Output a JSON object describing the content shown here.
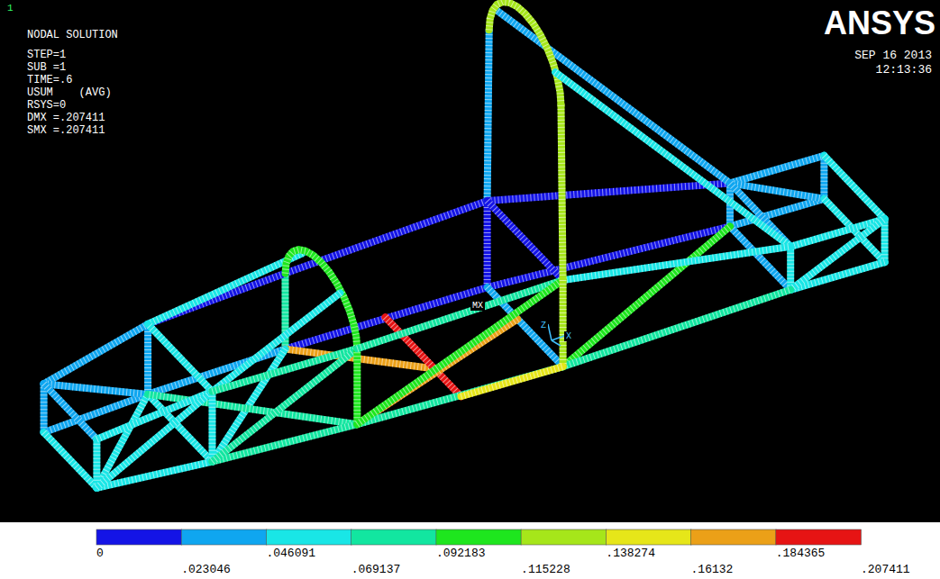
{
  "diagram": {
    "labels": [
      "1",
      "NODAL SOLUTION",
      "STEP=1",
      "SUB =1",
      "TIME=.6",
      "USUM    (AVG)",
      "RSYS=0",
      "DMX =.207411",
      "SMX =.207411",
      "ANSYS",
      "SEP 16 2013",
      "12:13:36",
      "MX",
      "Z",
      "X",
      "0",
      ".023046",
      ".046091",
      ".069137",
      ".092183",
      ".115228",
      ".138274",
      ".16132",
      ".184365",
      ".207411"
    ]
  }
}
